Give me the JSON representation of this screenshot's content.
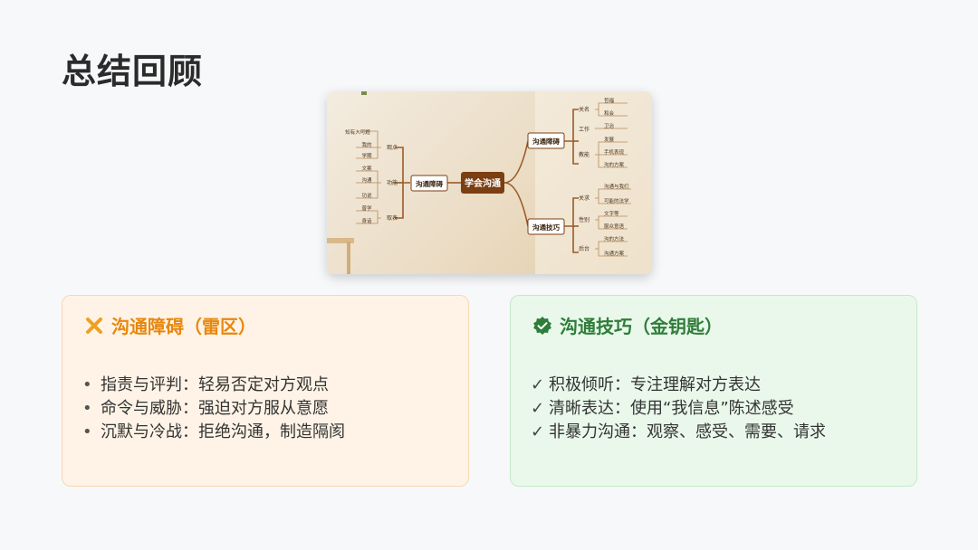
{
  "title": "总结回顾",
  "mindmap": {
    "center": "学会沟通",
    "left_branch": "沟通障碍",
    "left_groups": [
      {
        "label": "观点",
        "leaves": [
          "知有入可题",
          "我的",
          "学期"
        ]
      },
      {
        "label": "功能",
        "leaves": [
          "文案",
          "沟通",
          "功说"
        ]
      },
      {
        "label": "取表",
        "leaves": [
          "普学",
          "身话"
        ]
      }
    ],
    "right_top_branch": "沟通障碍",
    "right_top_groups": [
      {
        "label": "关名",
        "leaves": [
          "哲福",
          "和会"
        ]
      },
      {
        "label": "工作",
        "leaves": [
          "卫治"
        ]
      },
      {
        "label": "教能",
        "leaves": [
          "发展",
          "手机表现",
          "沟的方案"
        ]
      }
    ],
    "right_bottom_branch": "沟通技巧",
    "right_bottom_groups": [
      {
        "label": "关求",
        "leaves": [
          "沟通与我们",
          "可能的法学"
        ]
      },
      {
        "label": "性别",
        "leaves": [
          "文字等",
          "服众意语"
        ]
      },
      {
        "label": "后台",
        "leaves": [
          "沟的方法",
          "沟通方案"
        ]
      }
    ]
  },
  "left_card": {
    "heading": "沟通障碍（雷区）",
    "color": "#e8870e",
    "icon": "x-icon",
    "bullet": "•",
    "items": [
      "指责与评判：轻易否定对方观点",
      "命令与威胁：强迫对方服从意愿",
      "沉默与冷战：拒绝沟通，制造隔阂"
    ]
  },
  "right_card": {
    "heading": "沟通技巧（金钥匙）",
    "color": "#2f7d3a",
    "icon": "verified-badge-icon",
    "bullet": "✓",
    "items": [
      "积极倾听：专注理解对方表达",
      "清晰表达：使用“我信息”陈述感受",
      "非暴力沟通：观察、感受、需要、请求"
    ]
  }
}
